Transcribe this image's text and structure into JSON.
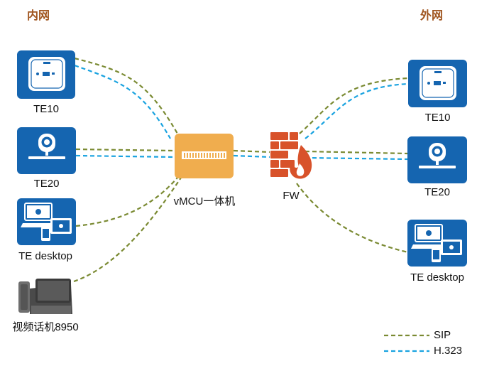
{
  "zones": {
    "inner": "内网",
    "outer": "外网"
  },
  "devices": {
    "left_te10": "TE10",
    "left_te20": "TE20",
    "left_desktop": "TE desktop",
    "left_phone": "视频话机8950",
    "vmcu": "vMCU一体机",
    "fw": "FW",
    "right_te10": "TE10",
    "right_te20": "TE20",
    "right_desktop": "TE desktop"
  },
  "legend": {
    "sip": "SIP",
    "h323": "H.323"
  },
  "colors": {
    "sip": "#7a8a32",
    "h323": "#1aa3e0",
    "tile": "#1565b0",
    "vmcu": "#f0ad4e",
    "firewall": "#d8522a",
    "zone_label": "#a0551f"
  }
}
